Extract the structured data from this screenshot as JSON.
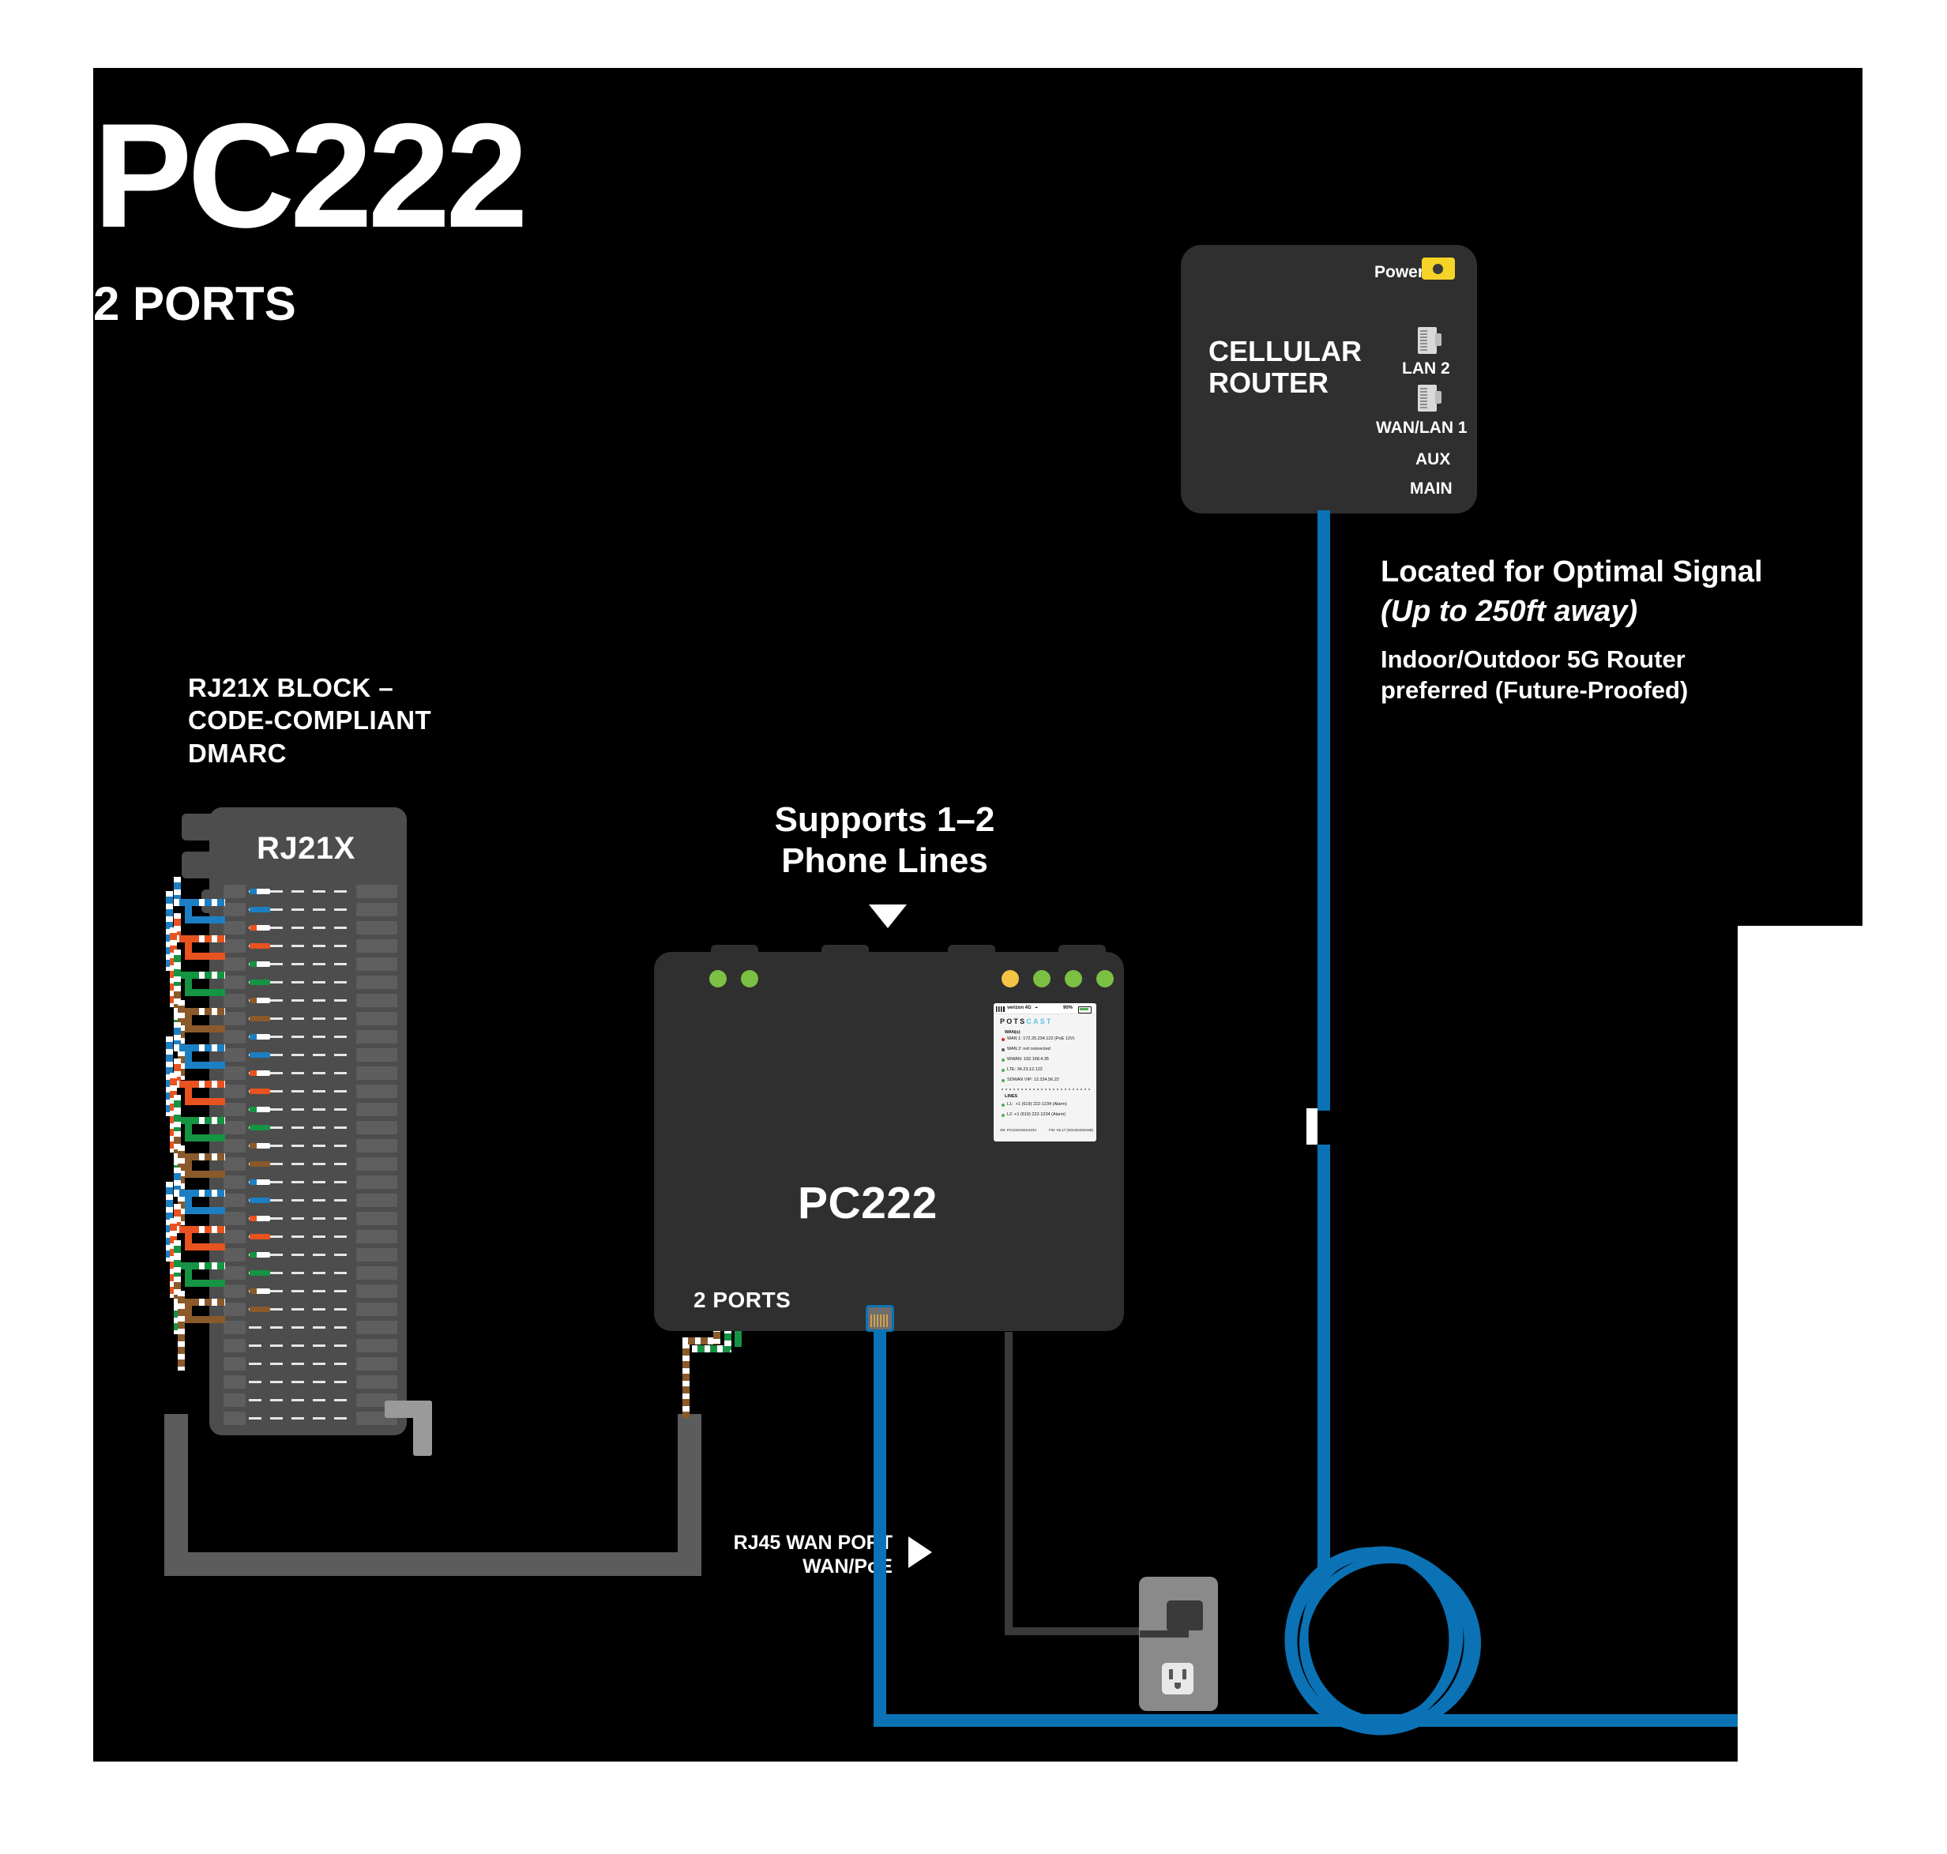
{
  "header": {
    "title": "PC222",
    "subtitle": "2 PORTS"
  },
  "router": {
    "name": "CELLULAR\nROUTER",
    "power_label": "Power",
    "ports": [
      {
        "label": "LAN 2",
        "icon": "rj45-icon"
      },
      {
        "label": "WAN/LAN 1",
        "icon": "rj45-icon"
      }
    ],
    "antennas": [
      "AUX",
      "MAIN"
    ],
    "power_jack_color": "#f5d327"
  },
  "notes": {
    "line1": "Located for Optimal Signal",
    "line2": "(Up to 250ft away)",
    "line3": "Indoor/Outdoor 5G Router\npreferred (Future-Proofed)"
  },
  "rj21x": {
    "caption": "RJ21X BLOCK –\nCODE-COMPLIANT\nDMARC",
    "label": "RJ21X",
    "pair_colors": [
      "#1d7fc3",
      "#e8531f",
      "#159443",
      "#8a5a2b"
    ],
    "row_count": 30
  },
  "callout": {
    "supports": "Supports 1–2\nPhone Lines",
    "arrow": "triangle-down-icon"
  },
  "device": {
    "name": "PC222",
    "ports_label": "2 PORTS",
    "leds_left": [
      "#7bc043",
      "#7bc043"
    ],
    "leds_right": [
      "#f5c445",
      "#7bc043",
      "#7bc043",
      "#7bc043"
    ],
    "jack": "rj45-port-icon"
  },
  "screen": {
    "status": {
      "signal": "signal-bars-icon",
      "carrier": "verizon 4G",
      "wifi": "wifi-icon",
      "battery_pct": "90%",
      "battery": "battery-icon"
    },
    "brand_dark": "POTS",
    "brand_light": "CAST",
    "wan_title": "WAN(s)",
    "wan_rows": [
      {
        "status": "#d92d20",
        "text": "WAN 1: 172.25.234.122 (PoE 12V)"
      },
      {
        "status": "#555555",
        "text": "WAN 2: not connected"
      },
      {
        "status": "#4caf50",
        "text": "WWAN: 192.168.4.35"
      },
      {
        "status": "#4caf50",
        "text": "LTE: 34.23.12.122"
      },
      {
        "status": "#4caf50",
        "text": "SDWAN VIP: 12.234.56.22"
      }
    ],
    "lines_title": "LINES",
    "line_rows": [
      {
        "status": "#4caf50",
        "text": "L1:  +1 (619) 222-1234 (Alarm)"
      },
      {
        "status": "#4caf50",
        "text": "L2: +1 (619) 222-1234 (Alarm)"
      }
    ],
    "serial": "SN: PC2240184G2234",
    "firmware": "FW: V6.17 (20240230342B)"
  },
  "labels": {
    "wan_port": "RJ45 WAN PORT\nWAN/PoE",
    "wan_port_arrow": "triangle-right-icon"
  },
  "outlet": {
    "name": "wall-outlet",
    "plug": "power-plug-icon",
    "socket": "outlet-socket-icon"
  },
  "colors": {
    "blue_cable": "#0b72b5",
    "gray_cable": "#5c5c5c",
    "device_body": "#2f2f2f",
    "block_body": "#4d4d4d",
    "background": "#000000"
  }
}
